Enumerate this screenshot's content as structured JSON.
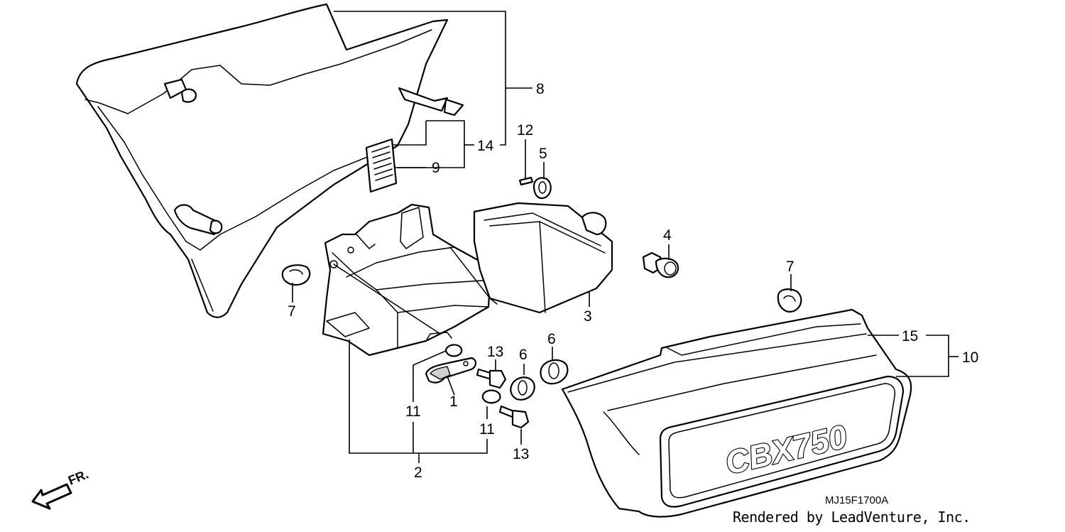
{
  "diagram": {
    "reference_code": "MJ15F1700A",
    "credit": "Rendered by LeadVenture, Inc.",
    "direction_label": "FR.",
    "emblem_text": "CBX750",
    "callouts": {
      "c1": "1",
      "c2": "2",
      "c3": "3",
      "c4": "4",
      "c5": "5",
      "c6a": "6",
      "c6b": "6",
      "c7a": "7",
      "c7b": "7",
      "c8": "8",
      "c9": "9",
      "c10": "10",
      "c11a": "11",
      "c11b": "11",
      "c12": "12",
      "c13a": "13",
      "c13b": "13",
      "c14": "14",
      "c15": "15"
    }
  }
}
